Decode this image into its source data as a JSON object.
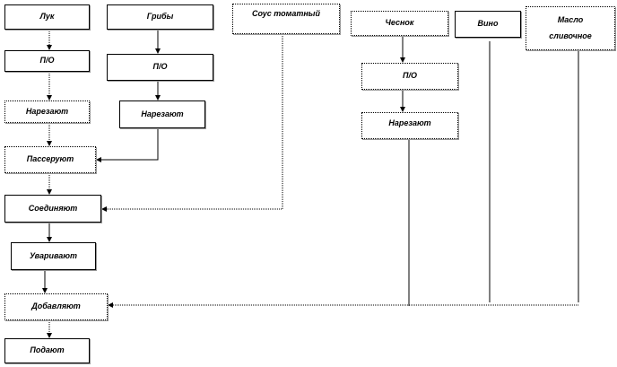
{
  "nodes": {
    "onion": "Лук",
    "mushrooms": "Грибы",
    "tomato_sauce": "Соус томатный",
    "garlic": "Чеснок",
    "wine": "Вино",
    "butter": "Масло сливочное",
    "onion_po": "П/О",
    "mushrooms_po": "П/О",
    "garlic_po": "П/О",
    "onion_cut": "Нарезают",
    "mushrooms_cut": "Нарезают",
    "garlic_cut": "Нарезают",
    "saute": "Пассеруют",
    "combine": "Соединяют",
    "reduce": "Уваривают",
    "add": "Добавляют",
    "serve": "Подают"
  }
}
